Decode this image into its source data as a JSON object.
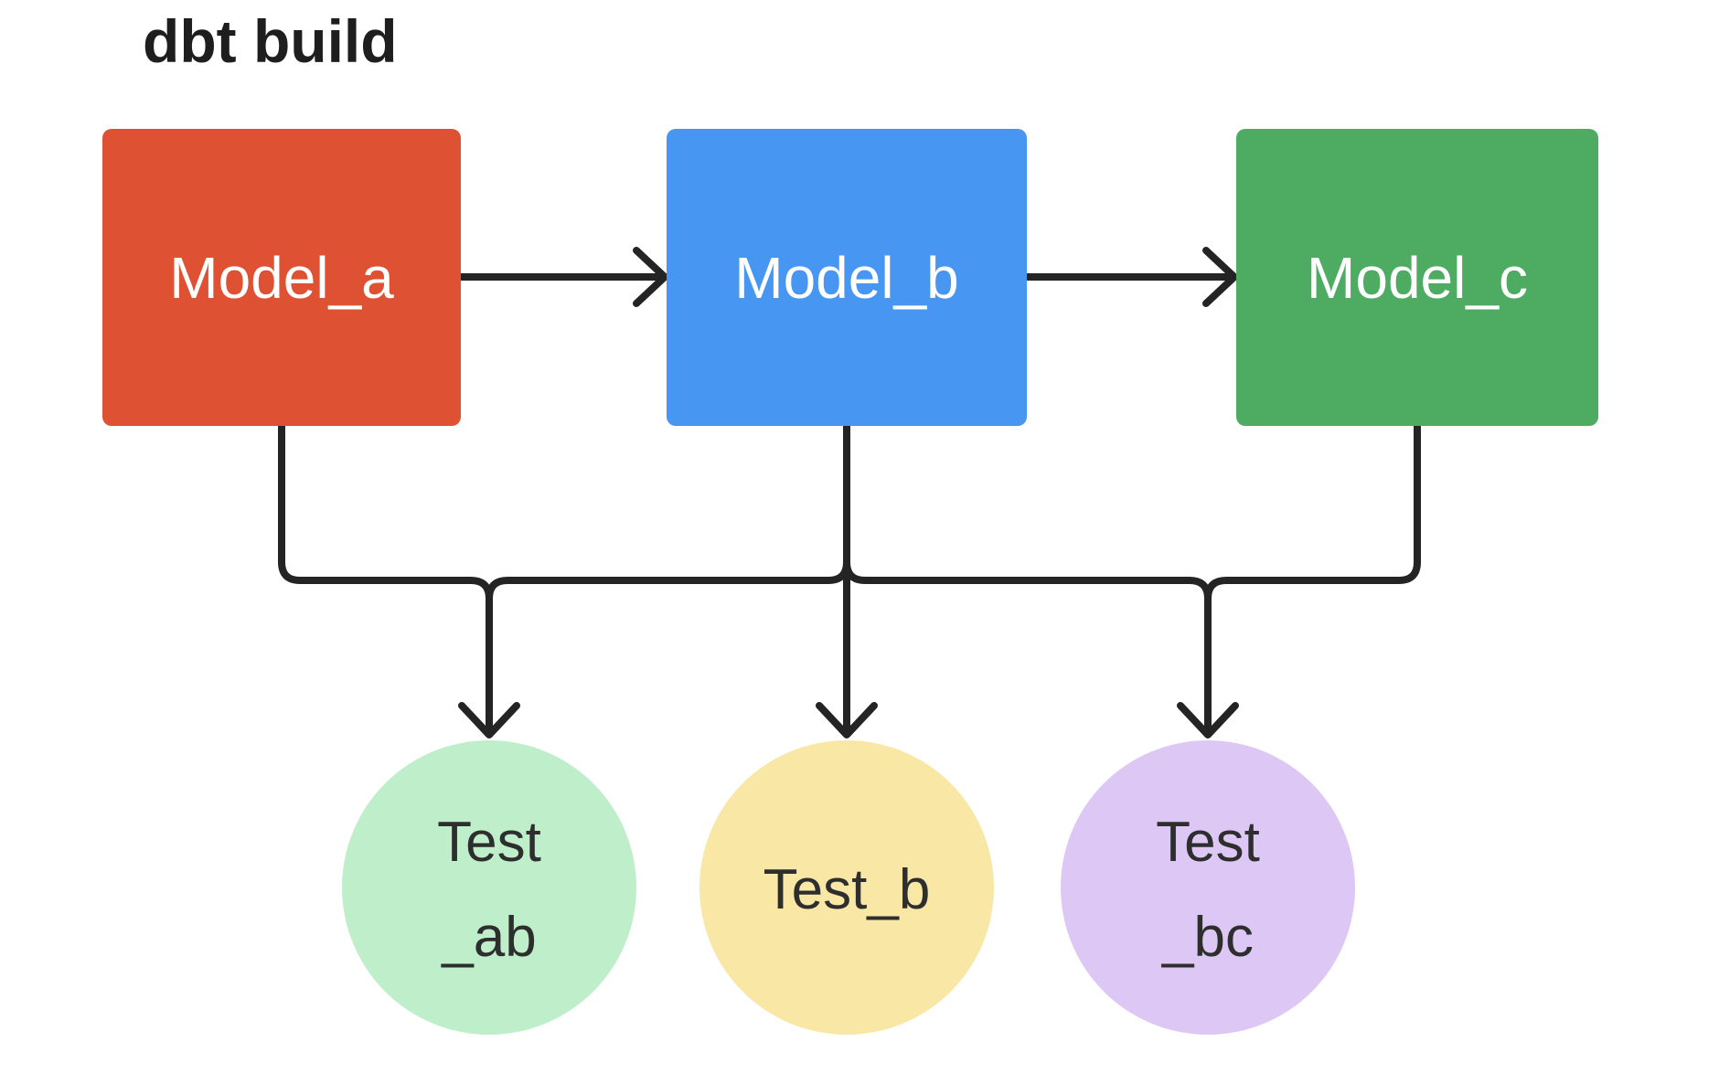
{
  "diagram": {
    "title": "dbt build",
    "background": "#ffffff",
    "line_color": "#242424",
    "title_color": "#1e1e1e",
    "node_text_color": "#ffffff",
    "test_text_color": "#2e2e2e"
  },
  "models": [
    {
      "id": "model_a",
      "label": "Model_a",
      "color": "#de5233"
    },
    {
      "id": "model_b",
      "label": "Model_b",
      "color": "#4696f2"
    },
    {
      "id": "model_c",
      "label": "Model_c",
      "color": "#4eab62"
    }
  ],
  "tests": [
    {
      "id": "test_ab",
      "lines": [
        "Test",
        "_ab"
      ],
      "color": "#bfeeca"
    },
    {
      "id": "test_b",
      "lines": [
        "Test_b"
      ],
      "color": "#f9e7a6"
    },
    {
      "id": "test_bc",
      "lines": [
        "Test",
        "_bc"
      ],
      "color": "#ddc8f5"
    }
  ],
  "edges": [
    {
      "from": "Model_a",
      "to": "Model_b"
    },
    {
      "from": "Model_b",
      "to": "Model_c"
    },
    {
      "from": "Model_a",
      "to": "Test_ab"
    },
    {
      "from": "Model_b",
      "to": "Test_ab"
    },
    {
      "from": "Model_b",
      "to": "Test_b"
    },
    {
      "from": "Model_b",
      "to": "Test_bc"
    },
    {
      "from": "Model_c",
      "to": "Test_bc"
    }
  ]
}
